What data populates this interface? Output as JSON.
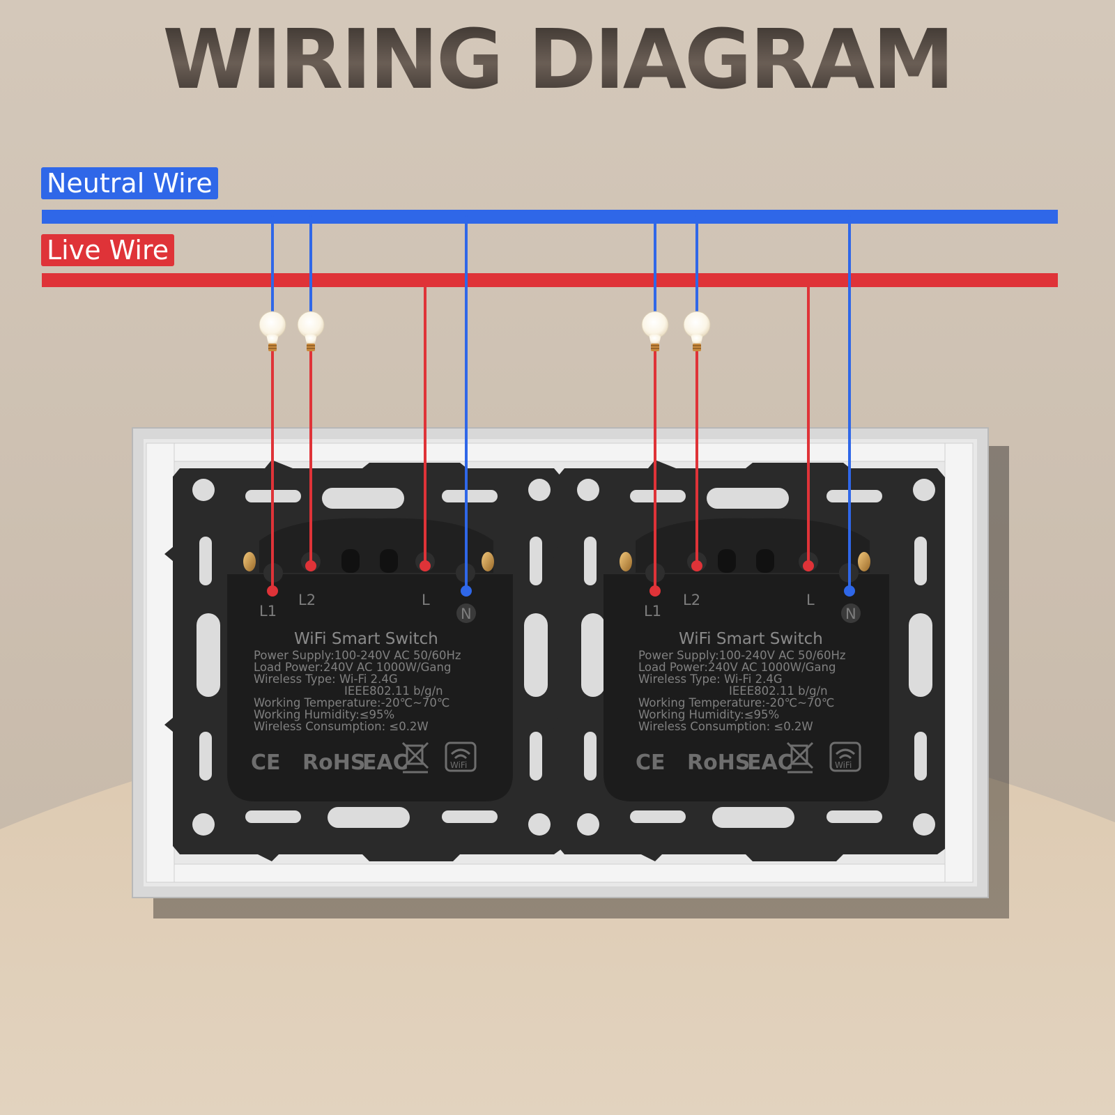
{
  "title": "WIRING DIAGRAM",
  "legend": {
    "neutral_label": "Neutral Wire",
    "live_label": "Live Wire"
  },
  "colors": {
    "neutral": "#2f67e8",
    "live": "#df3338",
    "background": "#cfc2b2",
    "module": "#262626",
    "frame": "#dcdcdc"
  },
  "modules": [
    {
      "terminal_labels": [
        "L1",
        "L2",
        "L",
        "N"
      ],
      "product_name": "WiFi Smart Switch",
      "spec_lines": [
        "Power Supply:100-240V AC 50/60Hz",
        "Load Power:240V AC 1000W/Gang",
        "Wireless Type: Wi-Fi 2.4G",
        "IEEE802.11 b/g/n",
        "Working Temperature:-20℃~70℃",
        "Working Humidity:≤95%",
        "Wireless Consumption: ≤0.2W"
      ],
      "certifications": [
        "CE",
        "RoHS",
        "EAC"
      ],
      "wifi_badge": "WiFi"
    },
    {
      "terminal_labels": [
        "L1",
        "L2",
        "L",
        "N"
      ],
      "product_name": "WiFi Smart Switch",
      "spec_lines": [
        "Power Supply:100-240V AC 50/60Hz",
        "Load Power:240V AC 1000W/Gang",
        "Wireless Type: Wi-Fi 2.4G",
        "IEEE802.11 b/g/n",
        "Working Temperature:-20℃~70℃",
        "Working Humidity:≤95%",
        "Wireless Consumption: ≤0.2W"
      ],
      "certifications": [
        "CE",
        "RoHS",
        "EAC"
      ],
      "wifi_badge": "WiFi"
    }
  ]
}
